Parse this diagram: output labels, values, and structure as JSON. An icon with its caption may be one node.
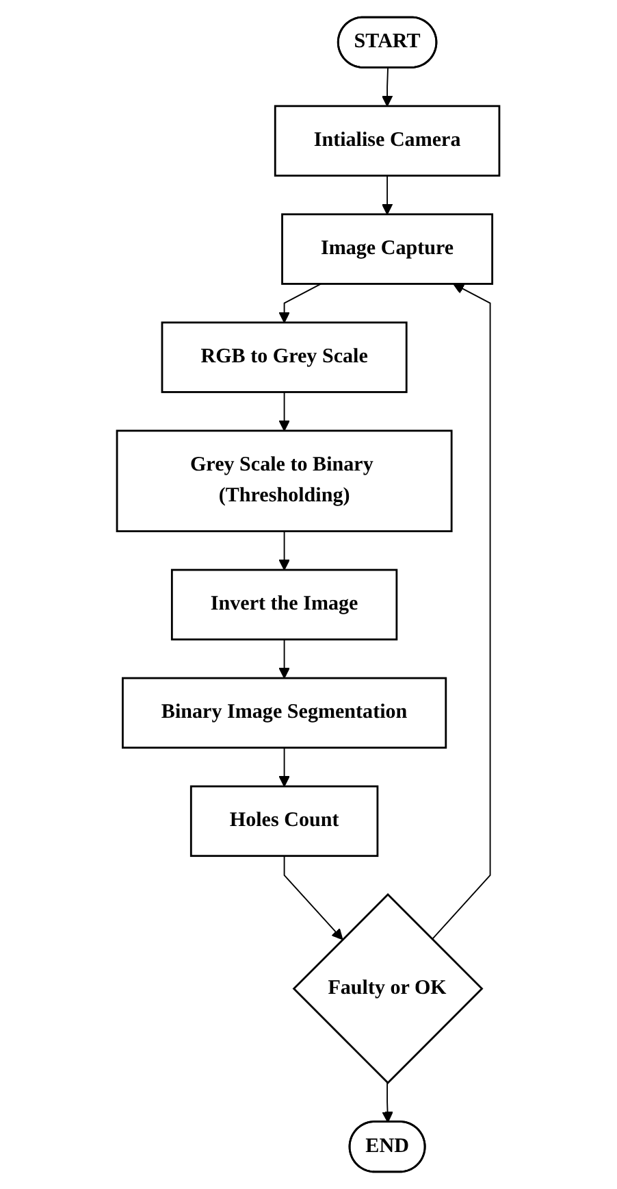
{
  "diagram": {
    "nodes": [
      {
        "text": [
          "START"
        ]
      },
      {
        "text": [
          "Intialise Camera"
        ]
      },
      {
        "text": [
          "Image Capture"
        ]
      },
      {
        "text": [
          "RGB to Grey Scale"
        ]
      },
      {
        "text": [
          "Grey Scale to Binary (Thresholding)"
        ]
      },
      {
        "text": [
          "Invert the Image"
        ]
      },
      {
        "text": [
          "Binary Image Segmentation"
        ]
      },
      {
        "text": [
          "Holes Count"
        ]
      },
      {
        "text": [
          "Faulty or OK"
        ]
      },
      {
        "text": [
          "END"
        ]
      }
    ],
    "edges": [
      {
        "from": 0,
        "to": 1,
        "arrow": "to"
      },
      {
        "from": 1,
        "to": 2,
        "arrow": "to"
      },
      {
        "from": 2,
        "to": 3,
        "arrow": "to"
      },
      {
        "from": 3,
        "to": 4,
        "arrow": "to"
      },
      {
        "from": 4,
        "to": 5,
        "arrow": "to"
      },
      {
        "from": 5,
        "to": 6,
        "arrow": "to"
      },
      {
        "from": 6,
        "to": 7,
        "arrow": "to"
      },
      {
        "from": 7,
        "to": 8,
        "arrow": "to"
      },
      {
        "from": 8,
        "to": 9,
        "arrow": "to"
      },
      {
        "from": 8,
        "to": 2,
        "arrow": "to"
      }
    ]
  }
}
